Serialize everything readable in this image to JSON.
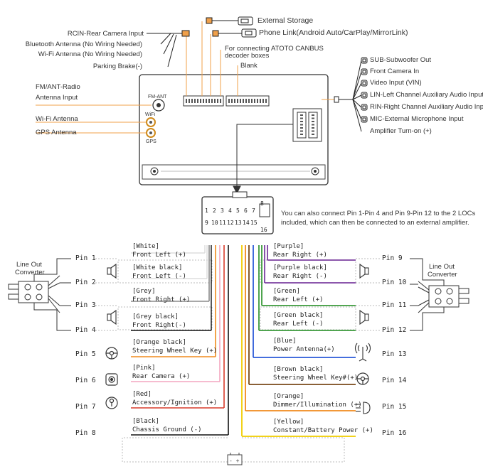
{
  "top_right": {
    "external_storage": "External Storage",
    "phone_link": "Phone Link(Android Auto/CarPlay/MirrorLink)",
    "canbus_line1": "For connecting ATOTO CANBUS",
    "canbus_line2": "decoder boxes",
    "blank": "Blank"
  },
  "top_left": {
    "rcin": "RCIN-Rear Camera Input",
    "bt_antenna": "Bluetooth Antenna (No Wiring Needed)",
    "wifi_antenna_nowire": "Wi-Fi Antenna (No Wiring Needed)",
    "parking": "Parking Brake(-)"
  },
  "left_side": {
    "fm_line1": "FM/ANT-Radio",
    "fm_line2": "Antenna Input",
    "wifi": "Wi-Fi Antenna",
    "gps": "GPS Antenna"
  },
  "unit": {
    "fm_ant": "FM-ANT",
    "wifi": "WiFi",
    "gps": "GPS"
  },
  "right_side": [
    "SUB-Subwoofer Out",
    "Front Camera In",
    "Video Input (VIN)",
    "LIN-Left Channel Auxiliary Audio Input",
    "RIN-Right Channel Auxiliary Audio Input",
    "MIC-External Microphone Input",
    "Amplifier Turn-on (+)"
  ],
  "connector": {
    "top_row": [
      "1",
      "2",
      "3",
      "4",
      "5",
      "6",
      "7",
      "8"
    ],
    "bottom_row": [
      "9",
      "10",
      "11",
      "12",
      "13",
      "14",
      "15",
      "16"
    ]
  },
  "note": {
    "line1": "You can also connect Pin 1-Pin 4 and Pin 9-Pin 12 to the 2 LOCs",
    "line2": "included, which can then be connected to an external amplifier."
  },
  "converter": {
    "left_line1": "Line Out",
    "left_line2": "Converter",
    "right_line1": "Line Out",
    "right_line2": "Converter"
  },
  "left_pins": [
    {
      "pin": "Pin 1",
      "color": "[White]",
      "func": "Front Left (+)"
    },
    {
      "pin": "Pin 2",
      "color": "[White black]",
      "func": "Front Left (-)"
    },
    {
      "pin": "Pin 3",
      "color": "[Grey]",
      "func": "Front Right (+)"
    },
    {
      "pin": "Pin 4",
      "color": "[Grey black]",
      "func": "Front Right(-)"
    },
    {
      "pin": "Pin 5",
      "color": "[Orange black]",
      "func": "Steering Wheel Key (+)"
    },
    {
      "pin": "Pin 6",
      "color": "[Pink]",
      "func": "Rear Camera (+)"
    },
    {
      "pin": "Pin 7",
      "color": "[Red]",
      "func": "Accessory/Ignition (+)"
    },
    {
      "pin": "Pin 8",
      "color": "[Black]",
      "func": "Chassis Ground (-)"
    }
  ],
  "right_pins": [
    {
      "pin": "Pin 9",
      "color": "[Purple]",
      "func": "Rear Right (+)"
    },
    {
      "pin": "Pin 10",
      "color": "[Purple black]",
      "func": "Rear Right (-)"
    },
    {
      "pin": "Pin 11",
      "color": "[Green]",
      "func": "Rear Left (+)"
    },
    {
      "pin": "Pin 12",
      "color": "[Green black]",
      "func": "Rear Left (-)"
    },
    {
      "pin": "Pin 13",
      "color": "[Blue]",
      "func": "Power Antenna(+)"
    },
    {
      "pin": "Pin 14",
      "color": "[Brown black]",
      "func": "Steering Wheel Key#(+)"
    },
    {
      "pin": "Pin 15",
      "color": "[Orange]",
      "func": "Dimmer/Illumination (+)"
    },
    {
      "pin": "Pin 16",
      "color": "[Yellow]",
      "func": "Constant/Battery Power (+)"
    }
  ],
  "colors": {
    "leader": "#f0a04a",
    "line": "#222222",
    "white": "#d8d8d8",
    "grey": "#8c8c8c",
    "orange": "#f08a1c",
    "brown": "#7a4a1a",
    "pink": "#f3a6c0",
    "red": "#d83a2a",
    "black": "#111111",
    "purple": "#7b3fa0",
    "green": "#3a9a3a",
    "blue": "#2a5ad8",
    "yellow": "#f2d21a"
  },
  "icons": {
    "speaker": "speaker-icon",
    "steering": "steering-wheel-icon",
    "camera": "camera-icon",
    "ignition": "ignition-key-icon",
    "antenna": "antenna-icon",
    "light": "headlight-icon",
    "battery": "battery-icon"
  }
}
